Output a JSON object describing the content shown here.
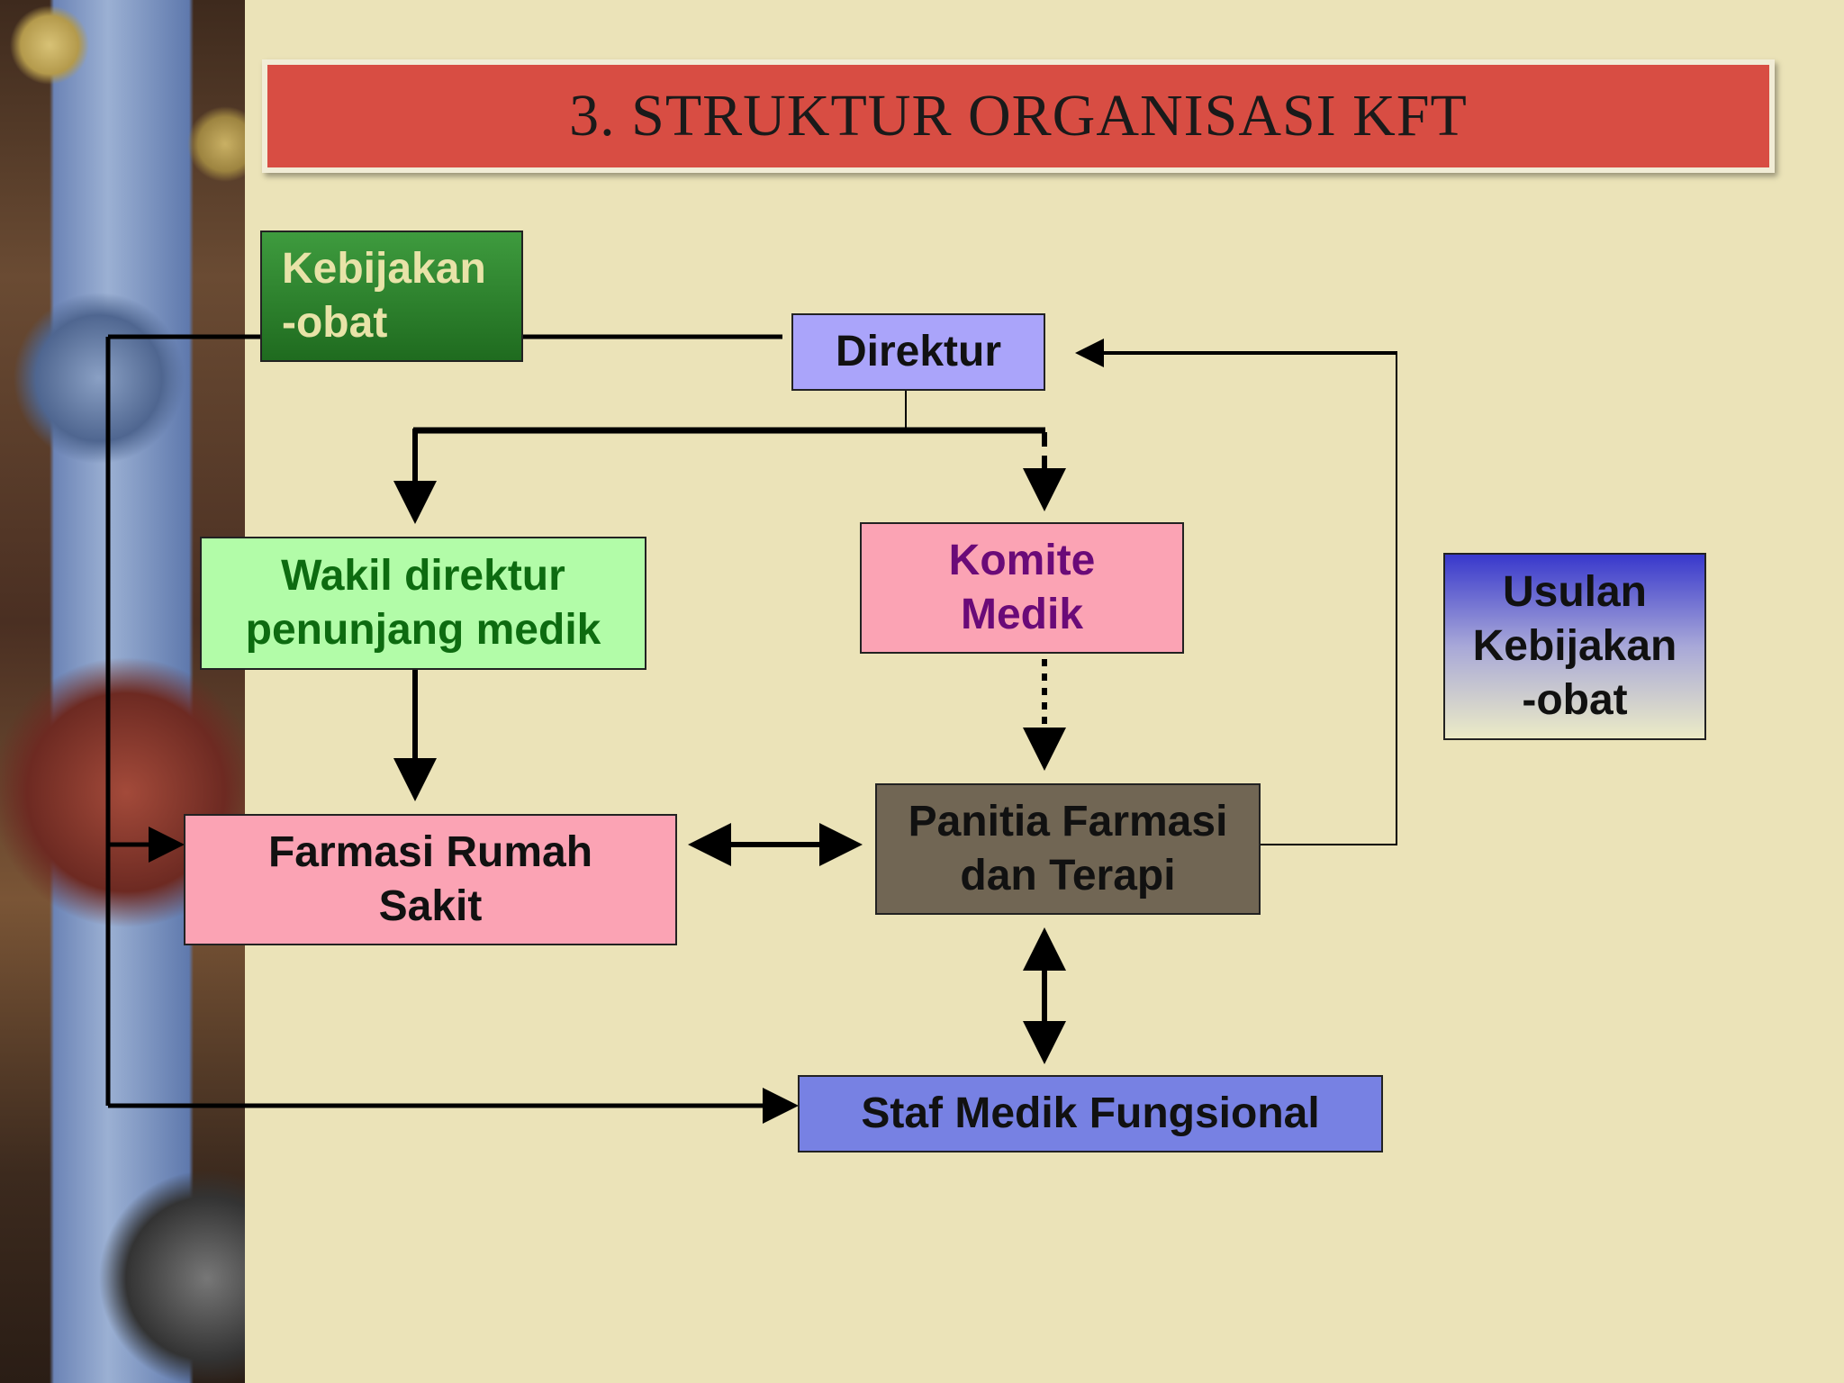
{
  "slide": {
    "title": "3. STRUKTUR ORGANISASI KFT"
  },
  "diagram": {
    "nodes": {
      "kebijakan_obat": "Kebijakan\n-obat",
      "direktur": "Direktur",
      "wakil_direktur": "Wakil direktur\npenunjang medik",
      "komite_medik": "Komite\nMedik",
      "usulan_kebijakan": "Usulan\nKebijakan\n-obat",
      "farmasi_rumah_sakit": "Farmasi Rumah\nSakit",
      "panitia_farmasi": "Panitia Farmasi\ndan Terapi",
      "staf_medik": "Staf Medik Fungsional"
    },
    "colors": {
      "background": "#ebe3b8",
      "title_bar": "#d84d43",
      "kebijakan_obat": "#2e8a2e",
      "direktur": "#aaa4fa",
      "wakil_direktur": "#b2fca8",
      "komite_medik": "#fba3b4",
      "usulan_kebijakan": "#3838cc",
      "farmasi_rumah_sakit": "#fba3b4",
      "panitia_farmasi": "#716654",
      "staf_medik": "#7781e3"
    },
    "edges": [
      {
        "from": "direktur",
        "to": "wakil_direktur",
        "style": "solid"
      },
      {
        "from": "direktur",
        "to": "komite_medik",
        "style": "dashed"
      },
      {
        "from": "komite_medik",
        "to": "panitia_farmasi",
        "style": "dotted"
      },
      {
        "from": "wakil_direktur",
        "to": "farmasi_rumah_sakit",
        "style": "solid"
      },
      {
        "from": "farmasi_rumah_sakit",
        "to": "panitia_farmasi",
        "style": "solid-bidirectional"
      },
      {
        "from": "panitia_farmasi",
        "to": "staf_medik",
        "style": "solid-bidirectional"
      },
      {
        "from": "panitia_farmasi",
        "to": "direktur",
        "style": "thin"
      },
      {
        "from": "kebijakan_obat",
        "to": "farmasi_rumah_sakit",
        "style": "solid"
      },
      {
        "from": "kebijakan_obat",
        "to": "staf_medik",
        "style": "solid"
      }
    ]
  }
}
